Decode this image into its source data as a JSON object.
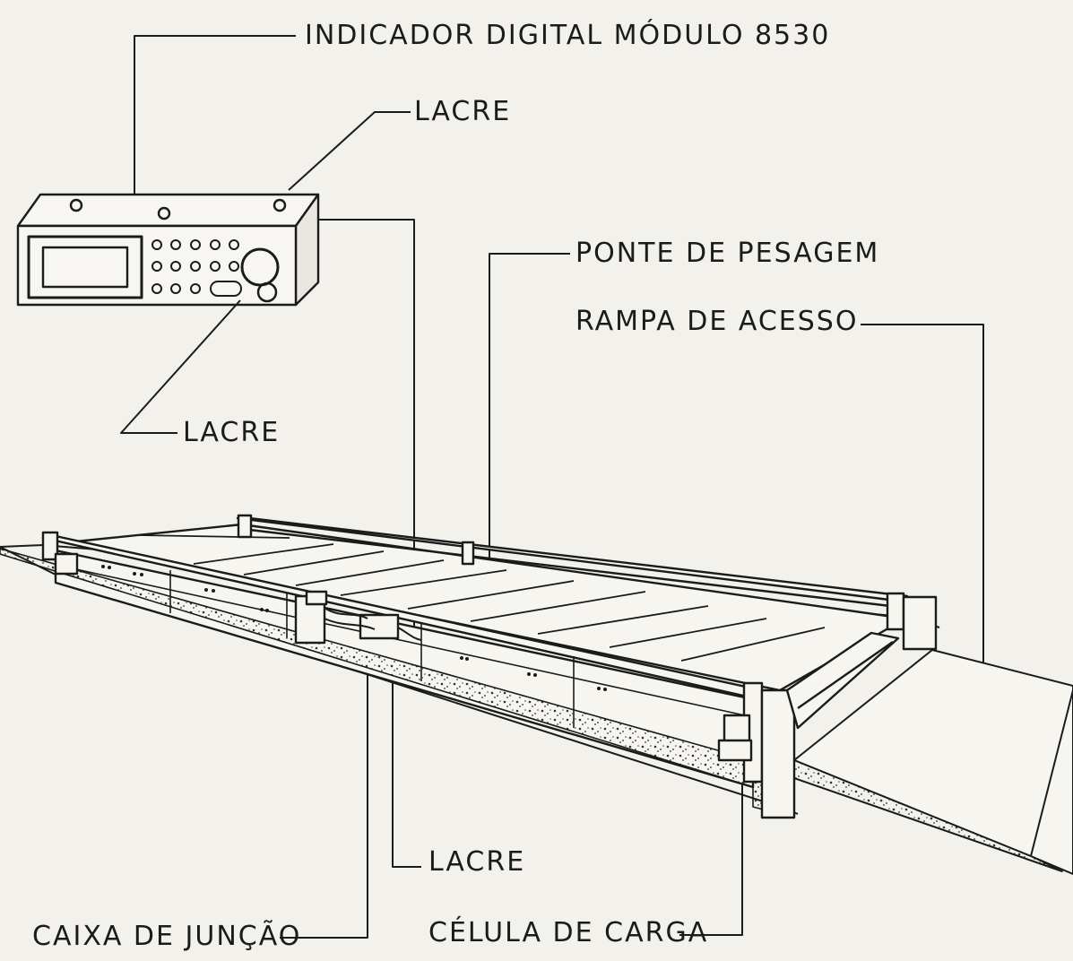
{
  "labels": {
    "indicador": "INDICADOR DIGITAL MÓDULO 8530",
    "lacre_top": "LACRE",
    "lacre_left": "LACRE",
    "ponte": "PONTE DE PESAGEM",
    "rampa": "RAMPA DE ACESSO",
    "lacre_bottom": "LACRE",
    "caixa": "CAIXA DE JUNÇÃO",
    "celula": "CÉLULA DE CARGA"
  },
  "colors": {
    "paper": "#f3f1ec",
    "ink": "#1b1b1b"
  }
}
